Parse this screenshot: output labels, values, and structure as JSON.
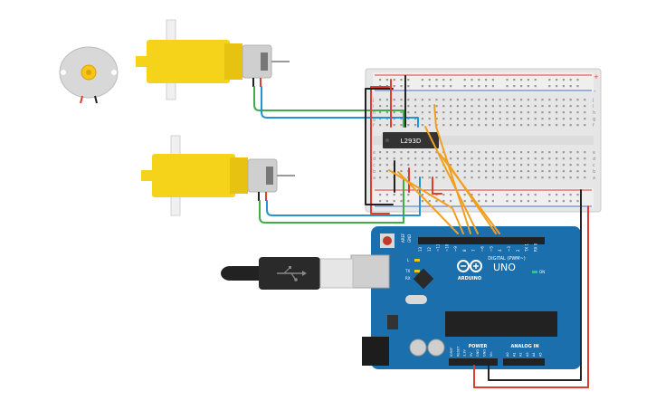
{
  "chip": {
    "label": "L293D"
  },
  "arduino": {
    "brand": "ARDUINO",
    "model": "UNO",
    "header_digital": "DIGITAL (PWM~)",
    "header_power": "POWER",
    "header_analog": "ANALOG IN",
    "led_l": "L",
    "led_tx": "TX",
    "led_rx": "RX",
    "led_on": "ON",
    "aref": "AREF",
    "gnd": "GND",
    "digital_pins": [
      "13",
      "12",
      "~11",
      "~10",
      "~9",
      "8",
      "7",
      "~6",
      "~5",
      "4",
      "~3",
      "2",
      "TX 1",
      "RX 0"
    ],
    "power_pins": [
      "IOREF",
      "RESET",
      "3.3V",
      "5V",
      "GND",
      "GND",
      "Vin"
    ],
    "analog_pins": [
      "A0",
      "A1",
      "A2",
      "A3",
      "A4",
      "A5"
    ]
  },
  "breadboard": {
    "row_letters_top": [
      "j",
      "i",
      "h",
      "g",
      "f"
    ],
    "row_letters_bottom": [
      "e",
      "d",
      "c",
      "b",
      "a"
    ],
    "plus": "+",
    "minus": "-"
  },
  "colors": {
    "motor_yellow": "#f4d31a",
    "wire_red": "#e23c2c",
    "wire_black": "#222222",
    "wire_green": "#3fae49",
    "wire_blue": "#2592d4",
    "wire_orange": "#f0a020",
    "arduino_blue": "#1b6fad",
    "breadboard": "#e9e9e9"
  }
}
